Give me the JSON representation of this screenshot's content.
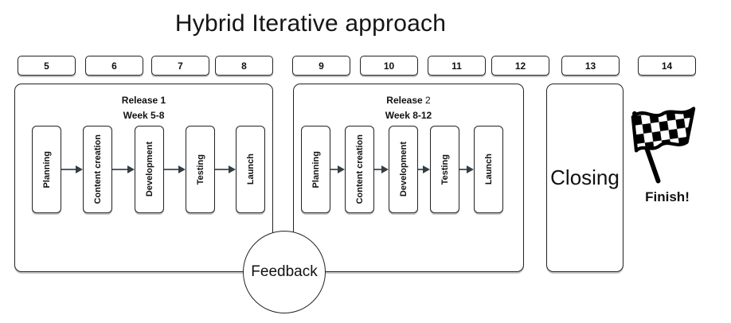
{
  "title": "Hybrid Iterative approach",
  "timeline": {
    "weeks": [
      "5",
      "6",
      "7",
      "8",
      "9",
      "10",
      "11",
      "12",
      "13",
      "14"
    ]
  },
  "releases": [
    {
      "name": "Release",
      "number": "1",
      "weeks_label": "Week 5-8",
      "phases": [
        "Planning",
        "Content creation",
        "Development",
        "Testing",
        "Launch"
      ]
    },
    {
      "name": "Release",
      "number": "2",
      "weeks_label": "Week 8-12",
      "phases": [
        "Planning",
        "Content creation",
        "Development",
        "Testing",
        "Launch"
      ]
    }
  ],
  "closing": {
    "label": "Closing"
  },
  "feedback": {
    "label": "Feedback"
  },
  "finish": {
    "label": "Finish!",
    "icon": "checkered-flag-icon"
  },
  "colors": {
    "background": "#ffffff",
    "border": "#222222",
    "text": "#111111",
    "arrow_line": "#51606a",
    "arrow_head": "#333d44"
  }
}
